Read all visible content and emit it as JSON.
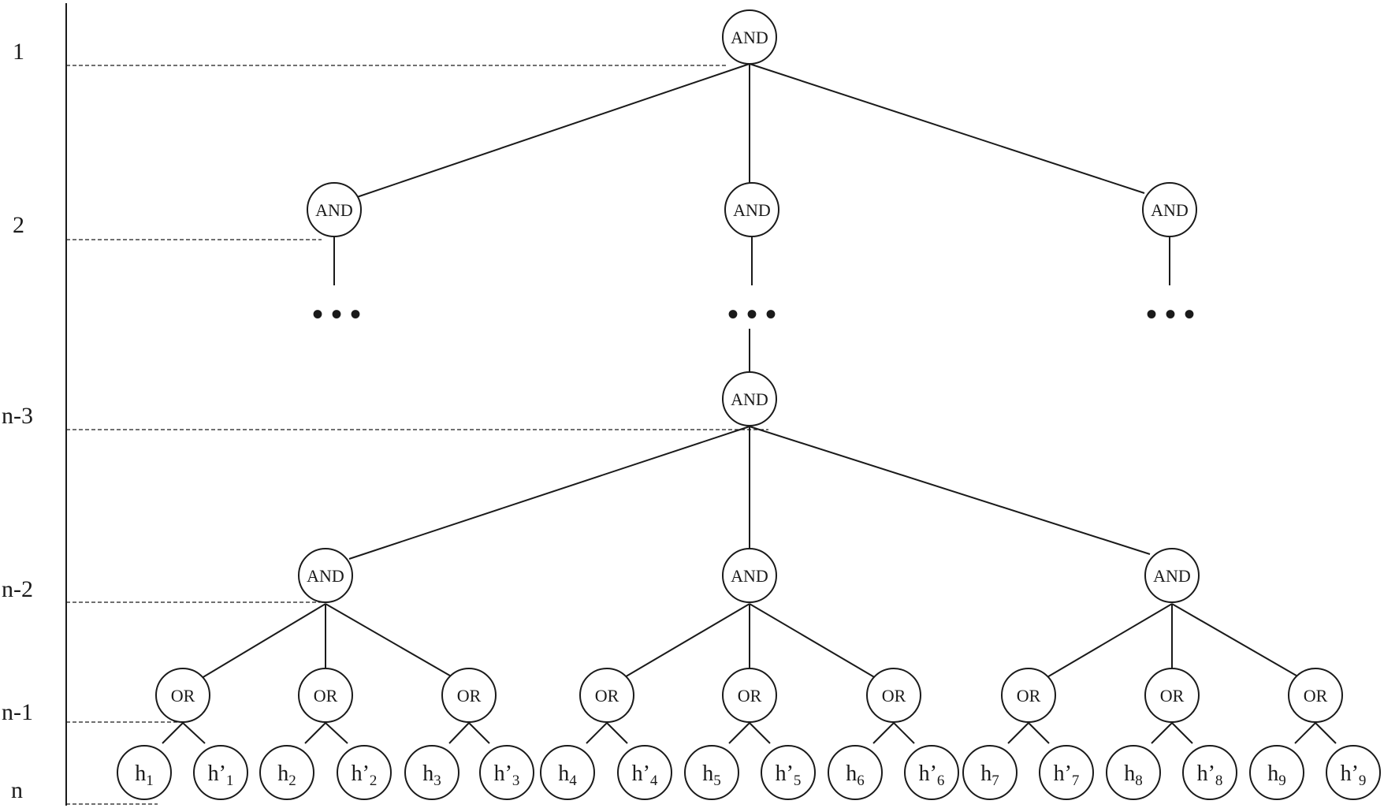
{
  "levels": [
    "1",
    "2",
    "n-3",
    "n-2",
    "n-1",
    "n"
  ],
  "gate_and": "AND",
  "gate_or": "OR",
  "ellipsis": "• • •",
  "leaves": [
    {
      "base": "h",
      "sub": "1"
    },
    {
      "base": "h’",
      "sub": "1"
    },
    {
      "base": "h",
      "sub": "2"
    },
    {
      "base": "h’",
      "sub": "2"
    },
    {
      "base": "h",
      "sub": "3"
    },
    {
      "base": "h’",
      "sub": "3"
    },
    {
      "base": "h",
      "sub": "4"
    },
    {
      "base": "h’",
      "sub": "4"
    },
    {
      "base": "h",
      "sub": "5"
    },
    {
      "base": "h’",
      "sub": "5"
    },
    {
      "base": "h",
      "sub": "6"
    },
    {
      "base": "h’",
      "sub": "6"
    },
    {
      "base": "h",
      "sub": "7"
    },
    {
      "base": "h’",
      "sub": "7"
    },
    {
      "base": "h",
      "sub": "8"
    },
    {
      "base": "h’",
      "sub": "8"
    },
    {
      "base": "h",
      "sub": "9"
    },
    {
      "base": "h’",
      "sub": "9"
    }
  ]
}
